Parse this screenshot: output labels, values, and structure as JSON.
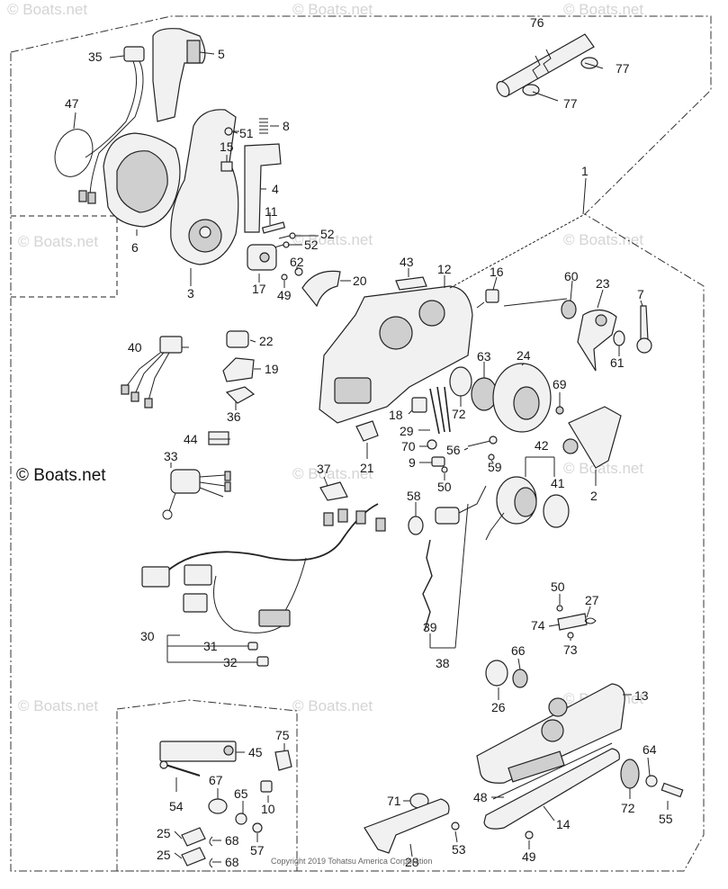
{
  "watermarks": {
    "site": "© Boats.net",
    "site_strong": "© Boats.net"
  },
  "copyright": "Copyright 2019 Tohatsu America Corporation",
  "labels": {
    "p76": "76",
    "p77a": "77",
    "p77b": "77",
    "p5": "5",
    "p35": "35",
    "p47": "47",
    "p51": "51",
    "p8": "8",
    "p15": "15",
    "p4": "4",
    "p1": "1",
    "p11": "11",
    "p52a": "52",
    "p52b": "52",
    "p6": "6",
    "p62": "62",
    "p43": "43",
    "p12": "12",
    "p16": "16",
    "p60": "60",
    "p23": "23",
    "p7": "7",
    "p3": "3",
    "p17": "17",
    "p49a": "49",
    "p20": "20",
    "p40": "40",
    "p22": "22",
    "p19": "19",
    "p36": "36",
    "p63": "63",
    "p24": "24",
    "p61": "61",
    "p69": "69",
    "p18": "18",
    "p72a": "72",
    "p29": "29",
    "p44": "44",
    "p70": "70",
    "p56": "56",
    "p42": "42",
    "p33": "33",
    "p9": "9",
    "p59": "59",
    "p21": "21",
    "p37": "37",
    "p50a": "50",
    "p41": "41",
    "p2": "2",
    "p58": "58",
    "p50b": "50",
    "p27": "27",
    "p74": "74",
    "p73": "73",
    "p30": "30",
    "p31": "31",
    "p32": "32",
    "p39": "39",
    "p38": "38",
    "p66": "66",
    "p13": "13",
    "p26": "26",
    "p75": "75",
    "p45": "45",
    "p64": "64",
    "p67": "67",
    "p65": "65",
    "p10": "10",
    "p72b": "72",
    "p54": "54",
    "p71": "71",
    "p48": "48",
    "p55": "55",
    "p14": "14",
    "p25a": "25",
    "p68a": "68",
    "p57": "57",
    "p25b": "25",
    "p68b": "68",
    "p53": "53",
    "p49b": "49",
    "p28": "28"
  }
}
